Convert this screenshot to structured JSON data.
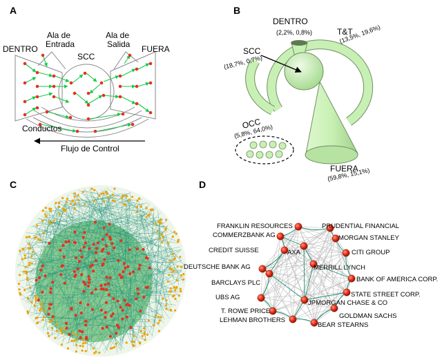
{
  "colors": {
    "node_red": "#e8301c",
    "arrow_green": "#16c94a",
    "bowtie_fill": "#c8f0b4",
    "bowtie_stroke": "#6f8e5f",
    "net_teal": "#1e8f74",
    "net_orange": "#f0a000",
    "net_green_bg": "#2e9a3c",
    "gray": "#888888"
  },
  "panel_a": {
    "letter": "A",
    "dentro": "DENTRO",
    "ala_entrada_1": "Ala  de",
    "ala_entrada_2": "Entrada",
    "scc": "SCC",
    "ala_salida_1": "Ala de",
    "ala_salida_2": "Salida",
    "fuera": "FUERA",
    "conductos": "Conductos",
    "flujo": "Flujo de Control"
  },
  "panel_b": {
    "letter": "B",
    "dentro": "DENTRO",
    "dentro_pct": "(2,2%, 0,8%)",
    "tt": "T&T",
    "tt_pct": "(13,5%, 19,6%)",
    "scc": "SCC",
    "scc_pct": "(18,7%, 0,7%)",
    "occ": "OCC",
    "occ_pct": "(5,8%, 64,0%)",
    "fuera": "FUERA",
    "fuera_pct": "(59,8%, 15,1%)"
  },
  "panel_c": {
    "letter": "C"
  },
  "panel_d": {
    "letter": "D",
    "nodes": [
      {
        "label": "FRANKLIN RESOURCES"
      },
      {
        "label": "COMMERZBANK AG"
      },
      {
        "label": "PRUDENTIAL FINANCIAL"
      },
      {
        "label": "MORGAN STANLEY"
      },
      {
        "label": "CREDIT SUISSE"
      },
      {
        "label": "AXA"
      },
      {
        "label": "CITI GROUP"
      },
      {
        "label": "MERRILL LYNCH"
      },
      {
        "label": "DEUTSCHE BANK AG"
      },
      {
        "label": "BANK OF AMERICA CORP."
      },
      {
        "label": "BARCLAYS PLC"
      },
      {
        "label": "STATE STREET CORP."
      },
      {
        "label": "UBS AG"
      },
      {
        "label": "JPMORGAN CHASE & CO"
      },
      {
        "label": "GOLDMAN SACHS"
      },
      {
        "label": "T. ROWE PRICE"
      },
      {
        "label": "LEHMAN BROTHERS"
      },
      {
        "label": "BEAR STEARNS"
      }
    ]
  }
}
